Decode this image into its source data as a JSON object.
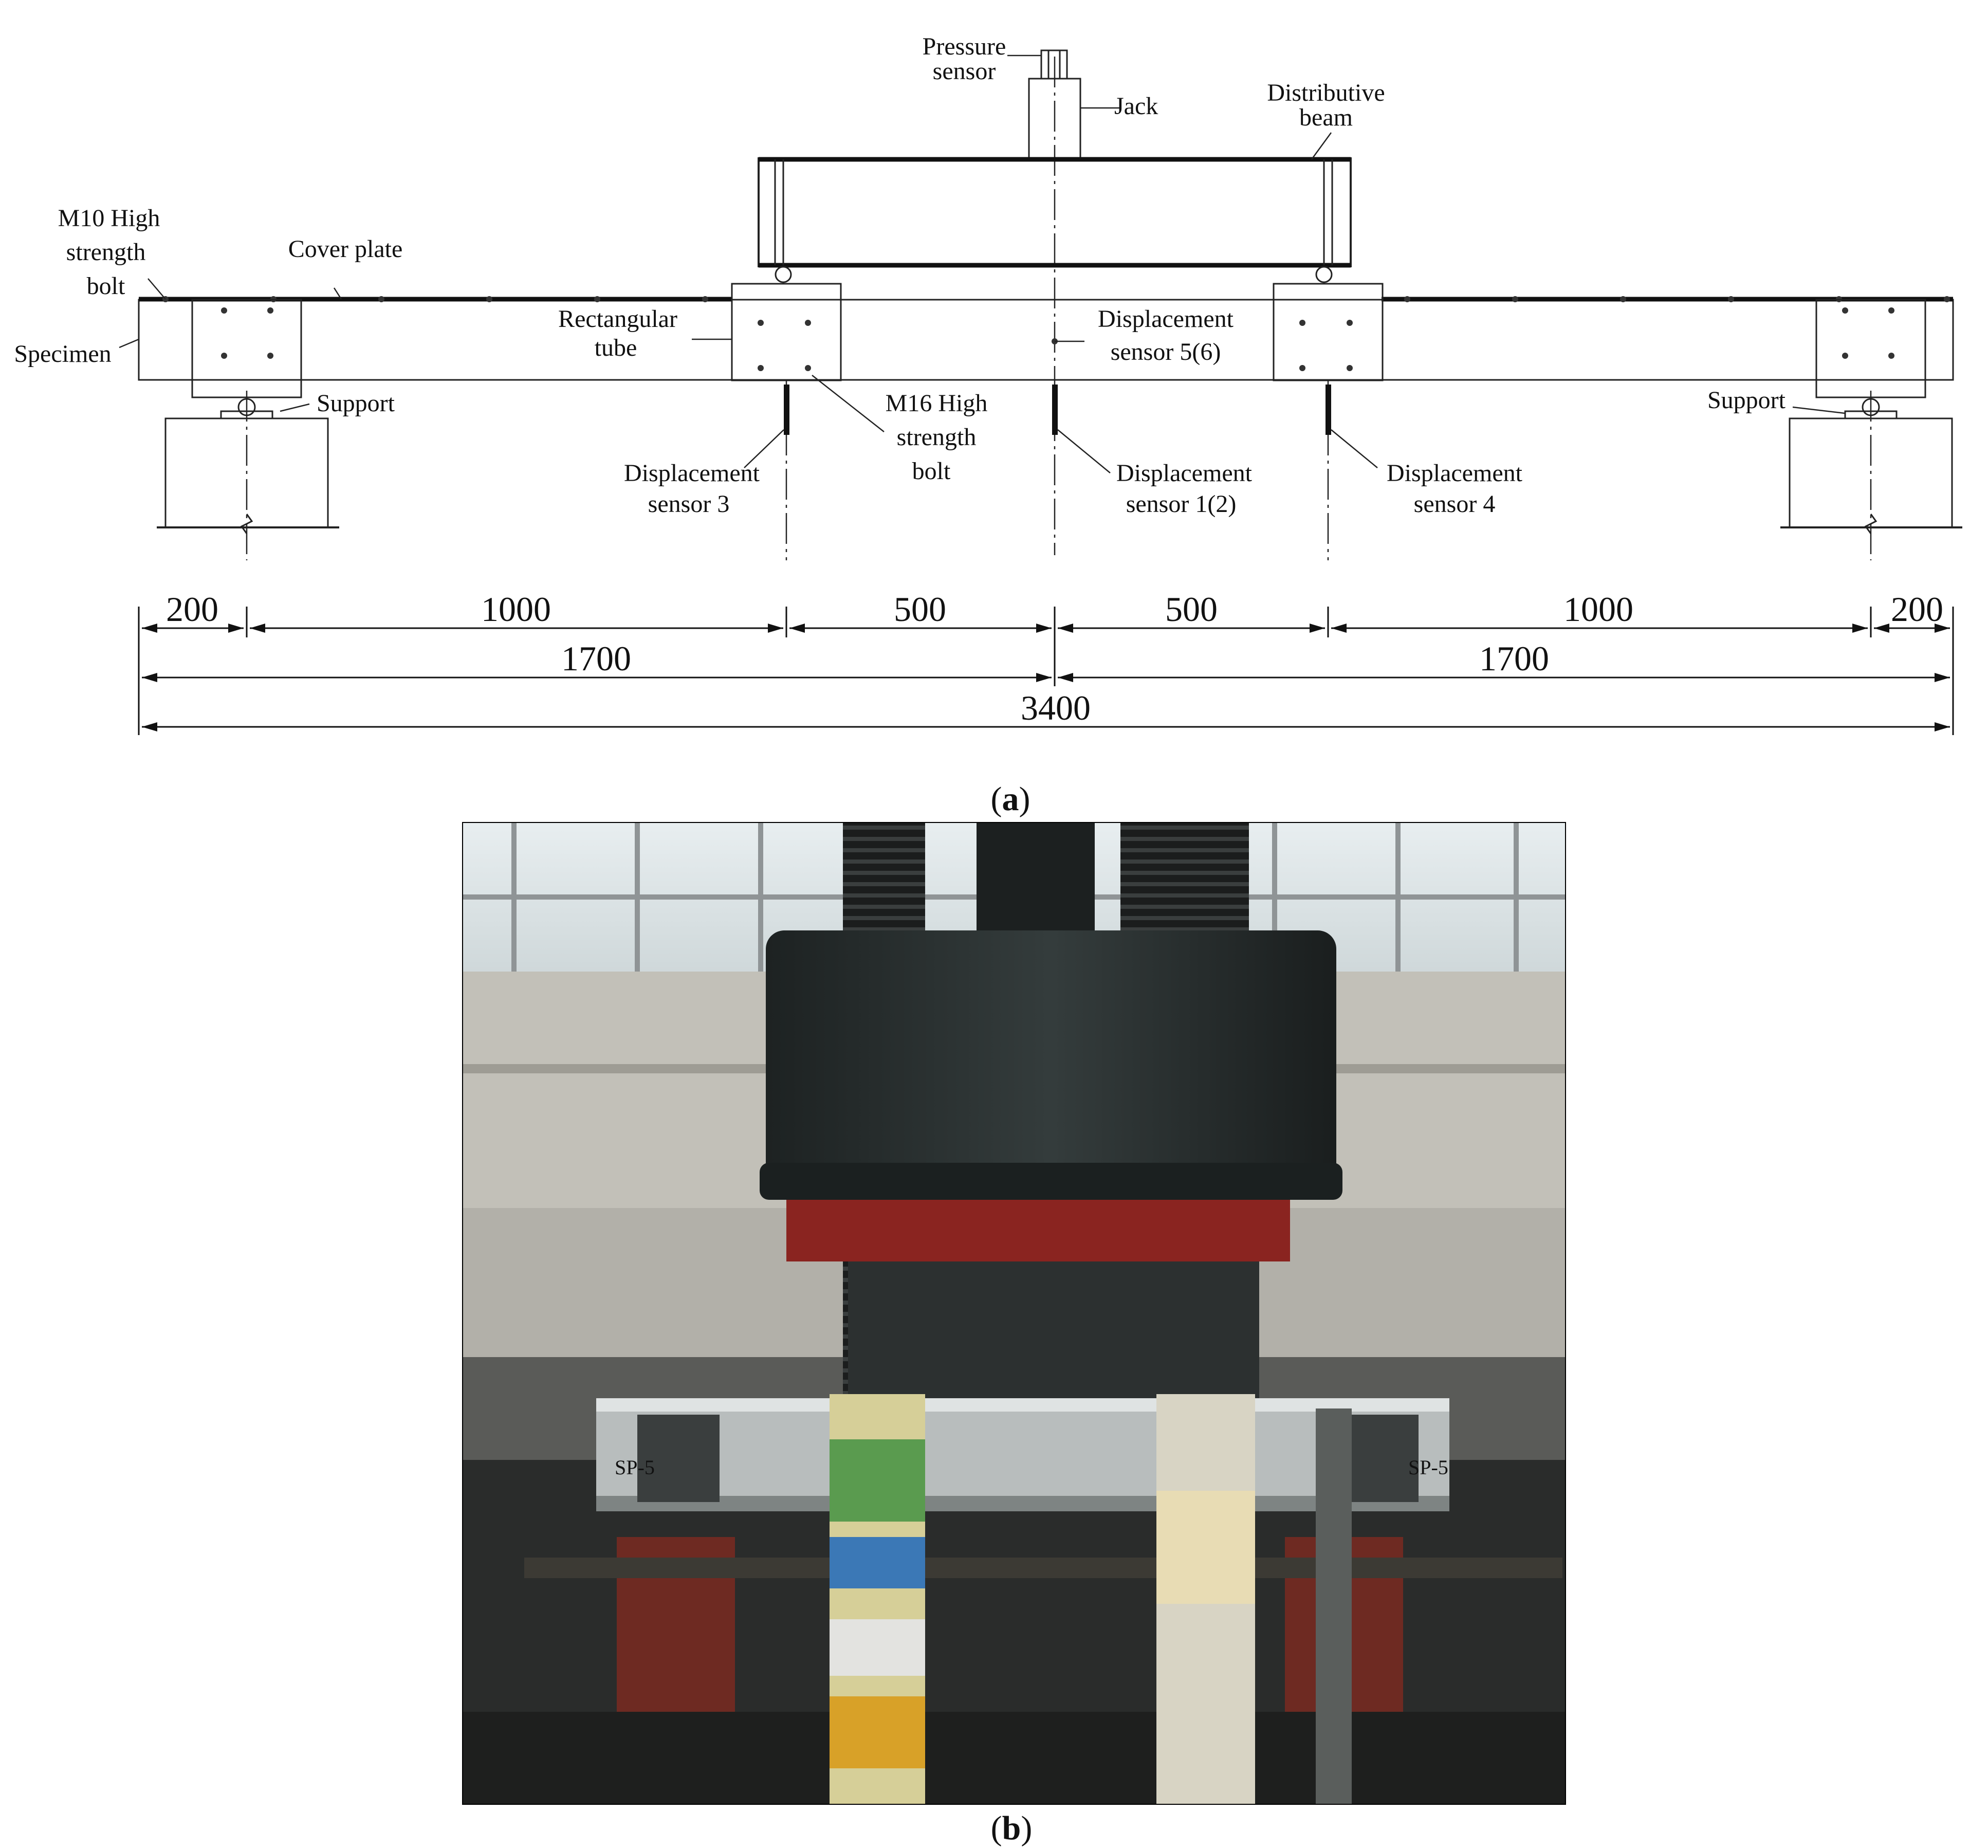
{
  "diagram": {
    "labels": {
      "pressure_sensor": [
        "Pressure",
        "sensor"
      ],
      "jack": "Jack",
      "distributive_beam": [
        "Distributive",
        "beam"
      ],
      "m10_bolt": [
        "M10 High",
        "strength",
        "bolt"
      ],
      "cover_plate": "Cover plate",
      "specimen": "Specimen",
      "rectangular_tube": [
        "Rectangular",
        "tube"
      ],
      "displacement_sensor_56": [
        "Displacement",
        "sensor 5(6)"
      ],
      "support_left": "Support",
      "support_right": "Support",
      "m16_bolt": [
        "M16 High",
        "strength",
        "bolt"
      ],
      "displacement_sensor_3": [
        "Displacement",
        "sensor 3"
      ],
      "displacement_sensor_12": [
        "Displacement",
        "sensor 1(2)"
      ],
      "displacement_sensor_4": [
        "Displacement",
        "sensor 4"
      ]
    },
    "dimensions": {
      "row1": [
        "200",
        "1000",
        "500",
        "500",
        "1000",
        "200"
      ],
      "row2": [
        "1700",
        "1700"
      ],
      "row3": [
        "3400"
      ]
    }
  },
  "captions": {
    "a": [
      "(",
      "a",
      ")"
    ],
    "b": [
      "(",
      "b",
      ")"
    ]
  },
  "photo": {
    "labels_on_beam": [
      "SP-5",
      "SP-5"
    ]
  }
}
